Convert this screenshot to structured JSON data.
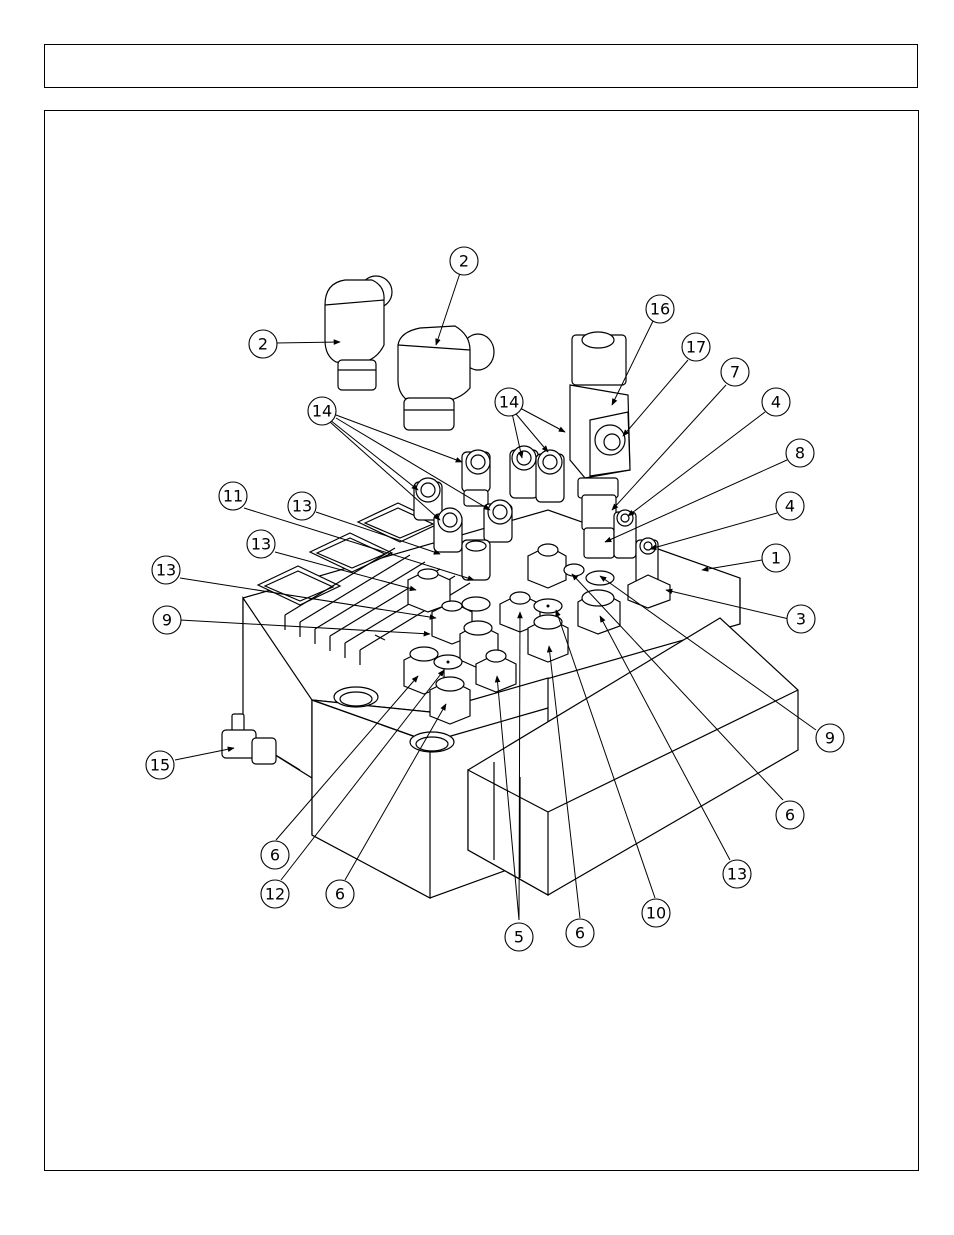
{
  "header": {
    "title": ""
  },
  "callouts": [
    {
      "id": "c-2a",
      "label": "2"
    },
    {
      "id": "c-2b",
      "label": "2"
    },
    {
      "id": "c-16",
      "label": "16"
    },
    {
      "id": "c-17",
      "label": "17"
    },
    {
      "id": "c-7",
      "label": "7"
    },
    {
      "id": "c-4a",
      "label": "4"
    },
    {
      "id": "c-8",
      "label": "8"
    },
    {
      "id": "c-4b",
      "label": "4"
    },
    {
      "id": "c-1",
      "label": "1"
    },
    {
      "id": "c-3",
      "label": "3"
    },
    {
      "id": "c-14a",
      "label": "14"
    },
    {
      "id": "c-14b",
      "label": "14"
    },
    {
      "id": "c-11",
      "label": "11"
    },
    {
      "id": "c-13a",
      "label": "13"
    },
    {
      "id": "c-13b",
      "label": "13"
    },
    {
      "id": "c-13c",
      "label": "13"
    },
    {
      "id": "c-9a",
      "label": "9"
    },
    {
      "id": "c-9b",
      "label": "9"
    },
    {
      "id": "c-15",
      "label": "15"
    },
    {
      "id": "c-6a",
      "label": "6"
    },
    {
      "id": "c-12",
      "label": "12"
    },
    {
      "id": "c-6b",
      "label": "6"
    },
    {
      "id": "c-5",
      "label": "5"
    },
    {
      "id": "c-6c",
      "label": "6"
    },
    {
      "id": "c-10",
      "label": "10"
    },
    {
      "id": "c-13d",
      "label": "13"
    },
    {
      "id": "c-6d",
      "label": "6"
    }
  ]
}
